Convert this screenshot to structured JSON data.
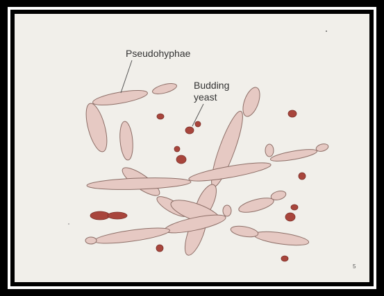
{
  "labels": {
    "pseudohyphae": "Pseudohyphae",
    "budding_line1": "Budding",
    "budding_line2": "yeast",
    "page_mark": "5"
  },
  "colors": {
    "frame": "#000000",
    "paper": "#f1efea",
    "hypha_fill": "#e6c9c3",
    "hypha_stroke": "#8c6d66",
    "yeast_fill": "#a8453c",
    "label_text": "#333333"
  }
}
